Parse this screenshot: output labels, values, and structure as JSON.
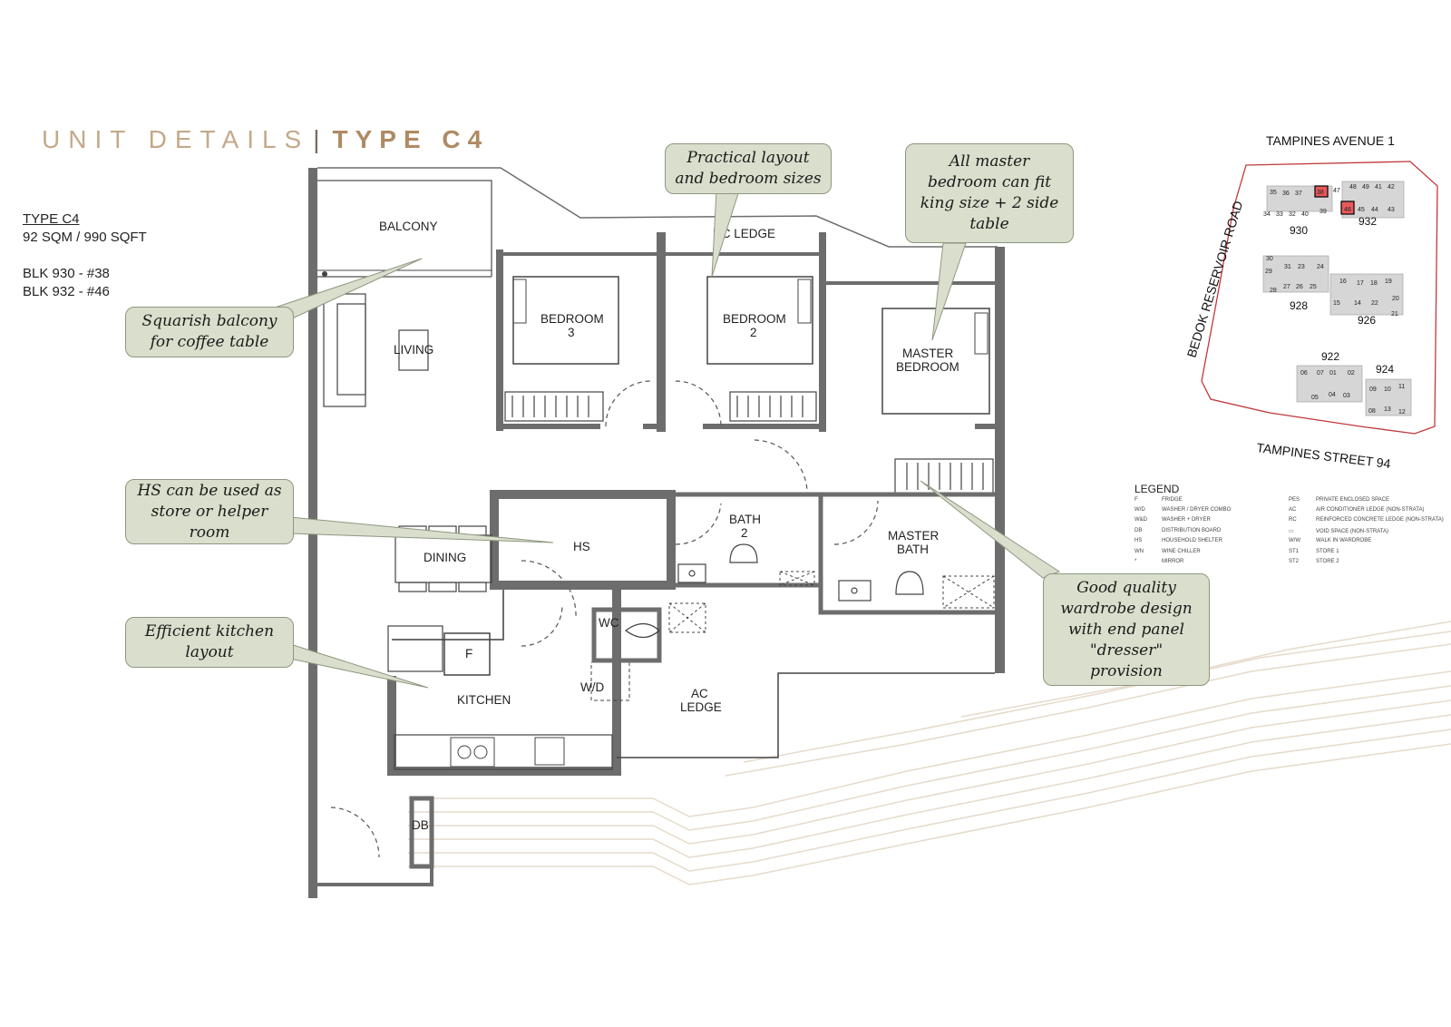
{
  "header": {
    "title_part1": "UNIT DETAILS",
    "separator": "|",
    "title_part2": "TYPE C4"
  },
  "unit_info": {
    "type_label": "TYPE C4",
    "area": "92 SQM / 990 SQFT",
    "blk_1": "BLK 930 - #38",
    "blk_2": "BLK 932 - #46"
  },
  "callouts": {
    "balcony": [
      "Squarish balcony",
      "for coffee table"
    ],
    "layout": [
      "Practical layout",
      "and bedroom sizes"
    ],
    "master": [
      "All master",
      "bedroom can fit",
      "king size + 2 side",
      "table"
    ],
    "hs": [
      "HS can be used as",
      "store or helper",
      "room"
    ],
    "kitchen": [
      "Efficient kitchen",
      "layout"
    ],
    "wardrobe": [
      "Good quality",
      "wardrobe design",
      "with end panel",
      "\"dresser\"",
      "provision"
    ]
  },
  "rooms": {
    "balcony": "BALCONY",
    "rc_ledge": "RC LEDGE",
    "living": "LIVING",
    "bedroom3": [
      "BEDROOM",
      "3"
    ],
    "bedroom2": [
      "BEDROOM",
      "2"
    ],
    "master_bedroom": [
      "MASTER",
      "BEDROOM"
    ],
    "hs": "HS",
    "dining": "DINING",
    "bath2": [
      "BATH",
      "2"
    ],
    "master_bath": [
      "MASTER",
      "BATH"
    ],
    "wc": "WC",
    "fridge": "F",
    "wd": "W/D",
    "kitchen": "KITCHEN",
    "ac_ledge": [
      "AC",
      "LEDGE"
    ],
    "db": "DB"
  },
  "site_map": {
    "road_top": "TAMPINES AVENUE 1",
    "road_left": "BEDOK RESERVOIR ROAD",
    "road_bottom": "TAMPINES STREET 94",
    "blocks": [
      "930",
      "932",
      "928",
      "926",
      "922",
      "924"
    ],
    "highlight_units": [
      "38",
      "46"
    ],
    "highlight_color": "#e8595a",
    "boundary_color": "#c0393b",
    "units_930": [
      "35",
      "36",
      "37",
      "38",
      "34",
      "33",
      "32",
      "40",
      "39"
    ],
    "units_932": [
      "47",
      "48",
      "49",
      "41",
      "42",
      "46",
      "45",
      "44",
      "43"
    ],
    "units_928": [
      "30",
      "29",
      "31",
      "23",
      "24",
      "28",
      "27",
      "26",
      "25"
    ],
    "units_926": [
      "16",
      "17",
      "18",
      "19",
      "15",
      "14",
      "22",
      "20",
      "21"
    ],
    "units_922": [
      "06",
      "07",
      "01",
      "02",
      "05",
      "04",
      "03"
    ],
    "units_924": [
      "09",
      "10",
      "11",
      "08",
      "13",
      "12"
    ]
  },
  "legend": {
    "title": "LEGEND",
    "left": [
      [
        "F",
        "FRIDGE"
      ],
      [
        "W/D",
        "WASHER / DRYER COMBO"
      ],
      [
        "W&D",
        "WASHER + DRYER"
      ],
      [
        "DB",
        "DISTRIBUTION BOARD"
      ],
      [
        "HS",
        "HOUSEHOLD SHELTER"
      ],
      [
        "WN",
        "WINE CHILLER"
      ],
      [
        "*",
        "MIRROR"
      ]
    ],
    "right": [
      [
        "PES",
        "PRIVATE ENCLOSED SPACE"
      ],
      [
        "AC",
        "AIR CONDITIONER LEDGE (NON-STRATA)"
      ],
      [
        "RC",
        "REINFORCED CONCRETE LEDGE (NON-STRATA)"
      ],
      [
        "▭",
        "VOID SPACE (NON-STRATA)"
      ],
      [
        "W/W",
        "WALK IN WARDROBE"
      ],
      [
        "ST1",
        "STORE 1"
      ],
      [
        "ST2",
        "STORE 2"
      ]
    ]
  },
  "colors": {
    "title_light": "#c4a98a",
    "title_bold": "#b08a63",
    "callout_fill": "#d9dfcc",
    "wall": "#6d6d6d",
    "decor_lines": "#e2d6c6"
  }
}
